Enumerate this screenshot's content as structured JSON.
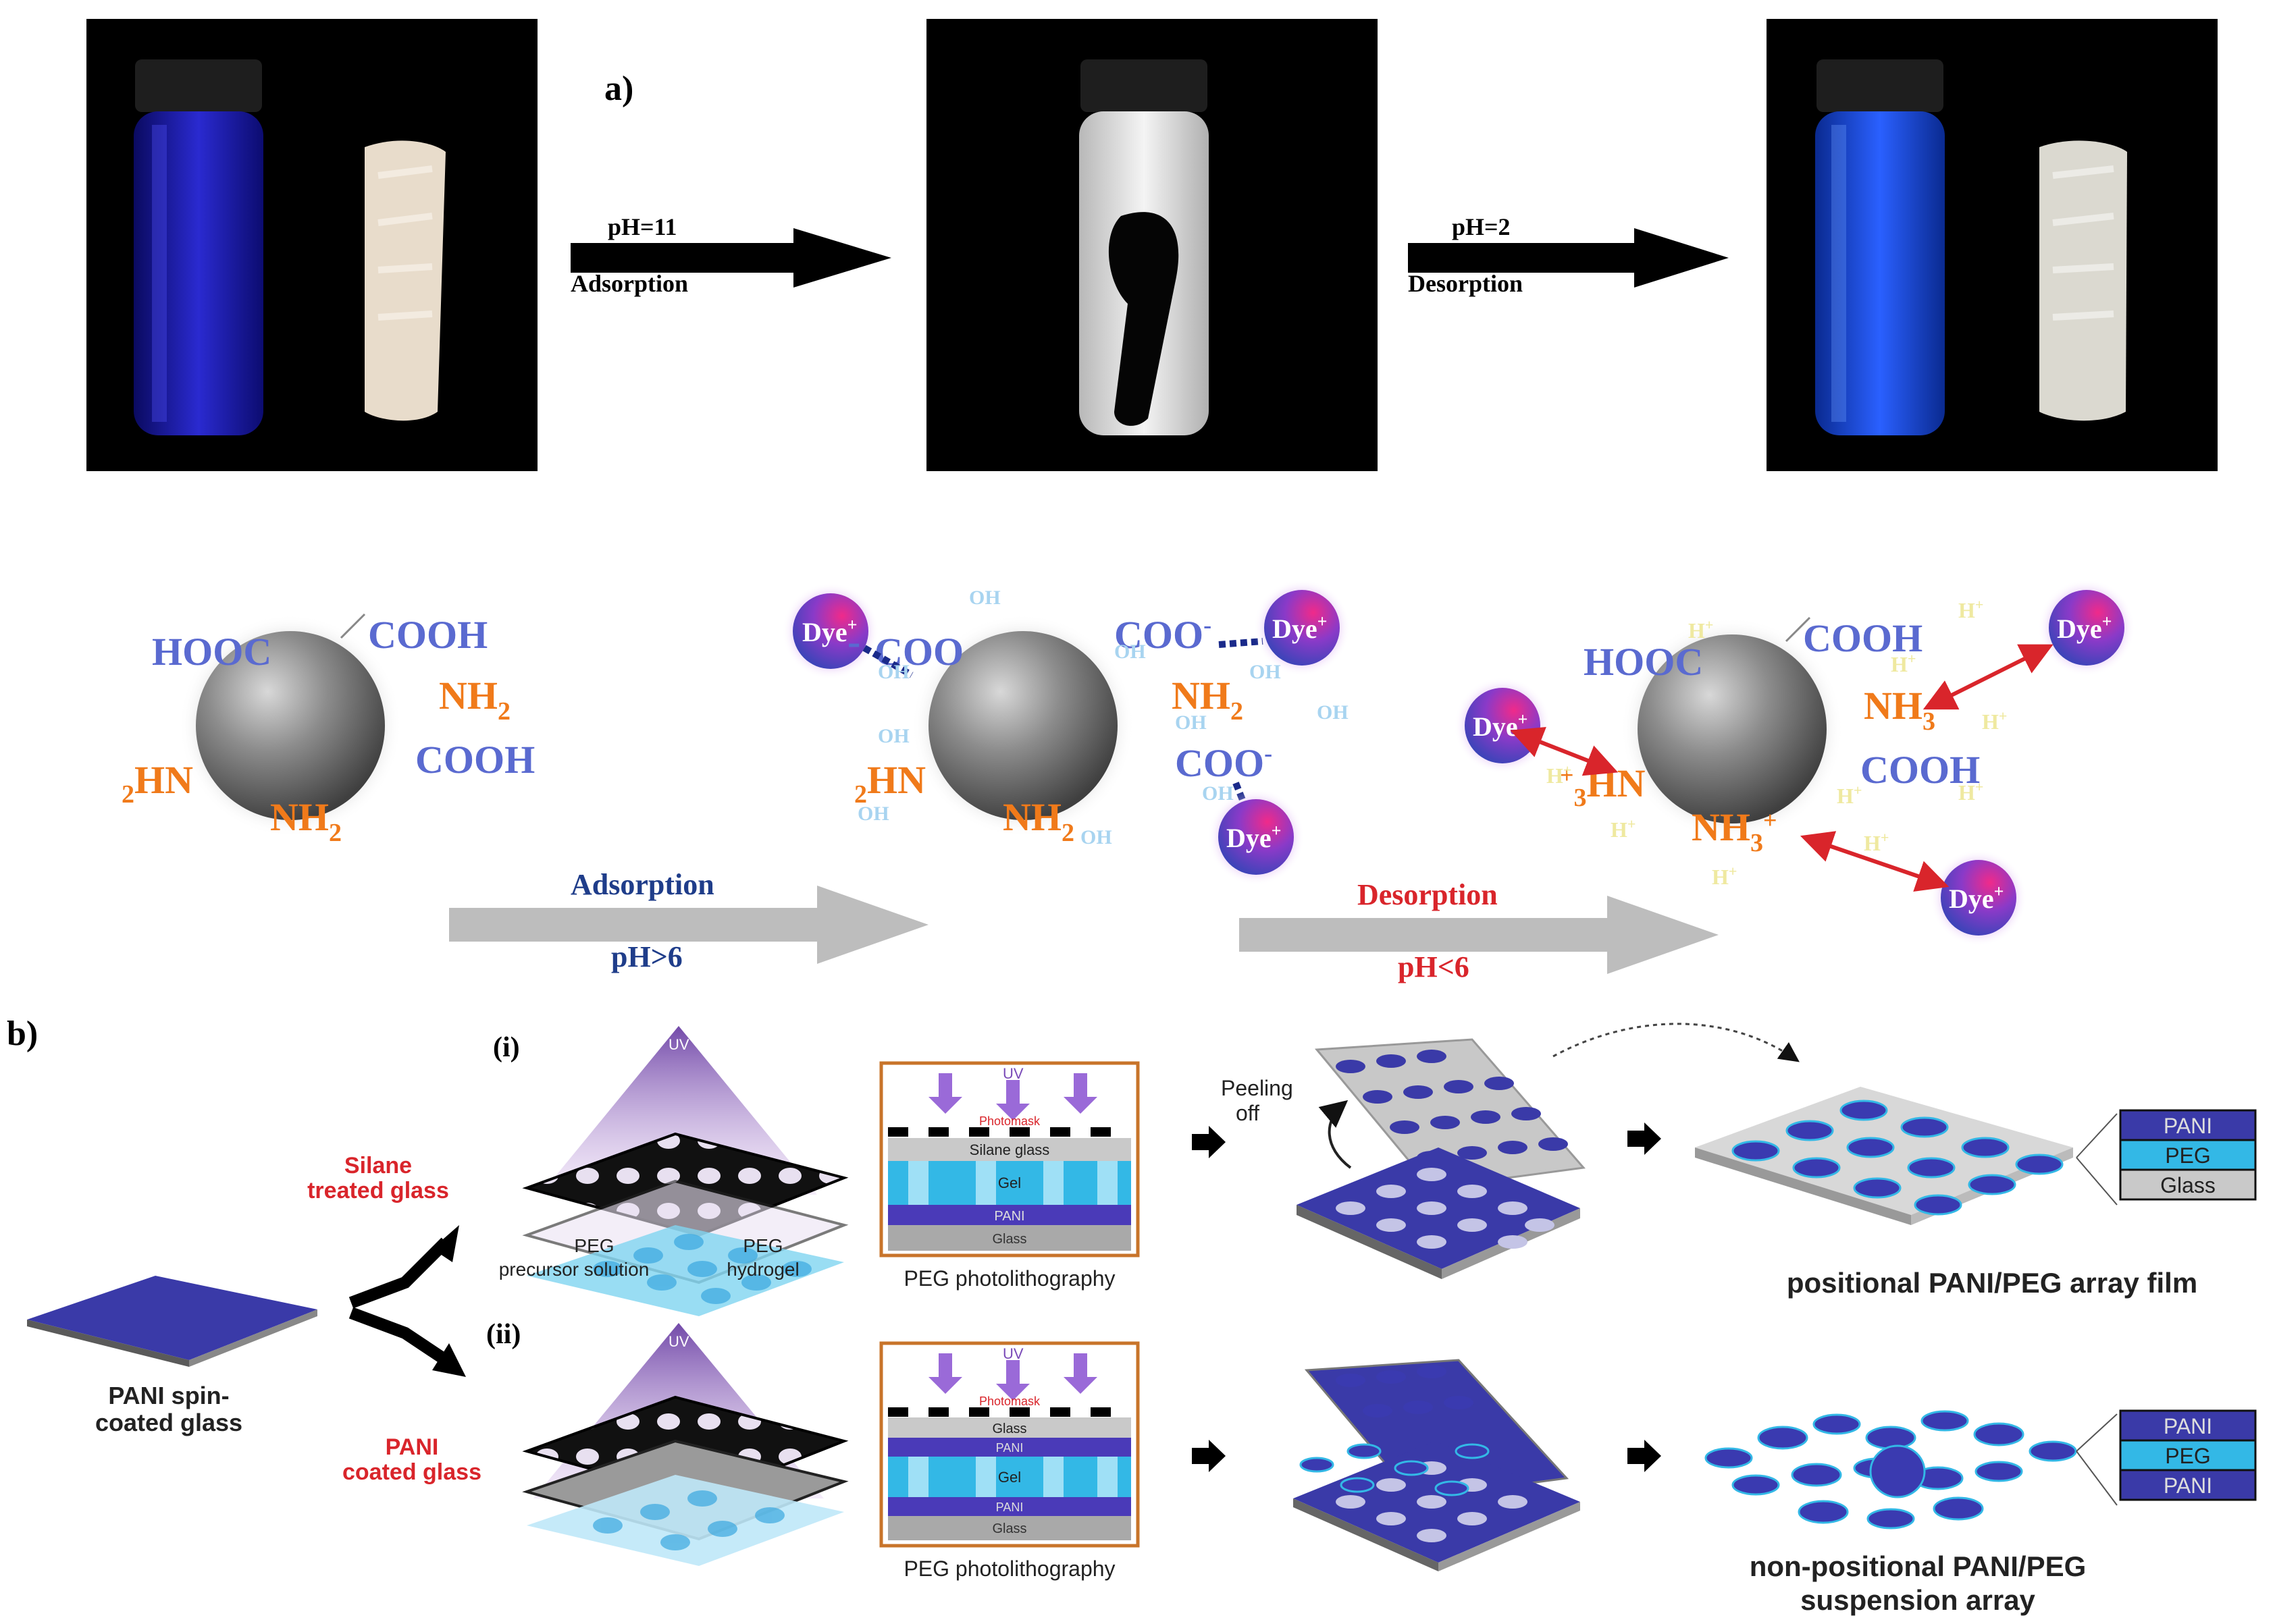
{
  "panel_a": {
    "label": "a)",
    "arrow1": {
      "top": "pH=11",
      "bottom": "Adsorption"
    },
    "arrow2": {
      "top": "pH=2",
      "bottom": "Desorption"
    }
  },
  "mechanism": {
    "groups": {
      "hooc": "HOOC",
      "cooh": "COOH",
      "nh2": "NH",
      "sub2": "2",
      "hn": "HN",
      "coo": "COO",
      "minus": "-",
      "nh3": "NH",
      "sub3": "3",
      "plus": "+",
      "dye": "Dye",
      "oh": "OH",
      "ohm": "OH",
      "hplus": "H"
    },
    "adsorption": {
      "label": "Adsorption",
      "condition": "pH>6"
    },
    "desorption": {
      "label": "Desorption",
      "condition": "pH<6"
    }
  },
  "panel_b": {
    "label": "b)",
    "route_i": "(i)",
    "route_ii": "(ii)",
    "pani_spin": [
      "PANI spin-",
      "coated glass"
    ],
    "uv": "UV",
    "silane": [
      "Silane",
      "treated glass"
    ],
    "pani_coated": [
      "PANI",
      "coated glass"
    ],
    "peg_precursor": [
      "PEG",
      "precursor solution"
    ],
    "peg_hydrogel": [
      "PEG",
      "hydrogel"
    ],
    "photolith_label": "PEG photolithography",
    "stack_i": [
      "Photomask",
      "Silane glass",
      "Gel",
      "PANI",
      "Glass"
    ],
    "stack_ii": [
      "Photomask",
      "Glass",
      "PANI",
      "Gel",
      "PANI",
      "Glass"
    ],
    "peeling": [
      "Peeling",
      "off"
    ],
    "legend_i": [
      "PANI",
      "PEG",
      "Glass"
    ],
    "legend_ii": [
      "PANI",
      "PEG",
      "PANI"
    ],
    "result_i": "positional PANI/PEG array film",
    "result_ii": [
      "non-positional PANI/PEG",
      "suspension array"
    ]
  },
  "colors": {
    "label_blue": "#5a6ad0",
    "nh_orange": "#f07a1a",
    "dye_purple": "#5b3bb8",
    "ads_blue": "#1f3d8a",
    "des_red": "#d9252b",
    "grey_arrow": "#bdbdbd",
    "pani_blue": "#3a3aa8",
    "peg_cyan": "#33b8e6",
    "glass_grey": "#c9c9c9"
  }
}
